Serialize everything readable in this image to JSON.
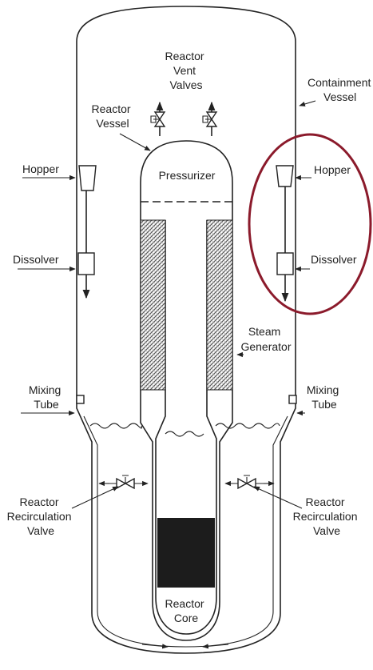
{
  "labels": {
    "vent_valves": [
      "Reactor",
      "Vent",
      "Valves"
    ],
    "containment_vessel": [
      "Containment",
      "Vessel"
    ],
    "reactor_vessel": [
      "Reactor",
      "Vessel"
    ],
    "pressurizer": "Pressurizer",
    "hopper_left": "Hopper",
    "hopper_right": "Hopper",
    "dissolver_left": "Dissolver",
    "dissolver_right": "Dissolver",
    "steam_generator": [
      "Steam",
      "Generator"
    ],
    "mixing_tube_left": [
      "Mixing",
      "Tube"
    ],
    "mixing_tube_right": [
      "Mixing",
      "Tube"
    ],
    "recirc_valve_left": [
      "Reactor",
      "Recirculation",
      "Valve"
    ],
    "recirc_valve_right": [
      "Reactor",
      "Recirculation",
      "Valve"
    ],
    "reactor_core": [
      "Reactor",
      "Core"
    ]
  },
  "colors": {
    "line": "#222222",
    "highlight": "#8b1a2b",
    "core": "#1c1c1c",
    "steam_generator_hatch": "#555555"
  }
}
